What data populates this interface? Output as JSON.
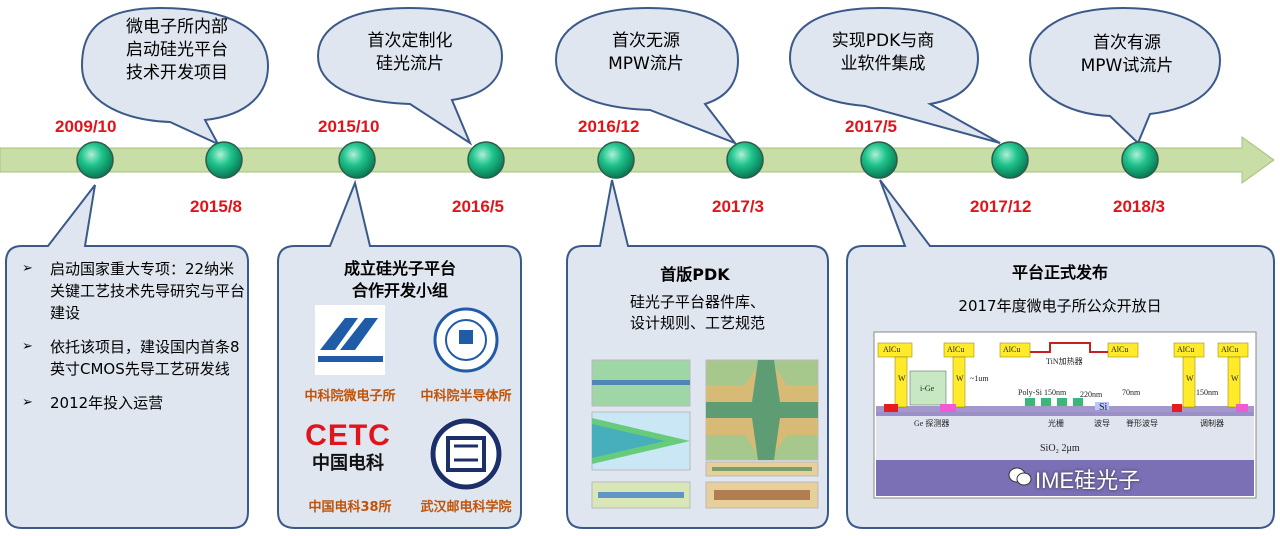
{
  "colors": {
    "year_red": "#e2141b",
    "arrow_green": "#c9dea6",
    "bubble_fill": "#dfe6f0",
    "bubble_stroke": "#3b5a8a",
    "node_green": "#18b883"
  },
  "timeline": {
    "top_years": [
      "2009/10",
      "2015/10",
      "2016/12",
      "2017/5"
    ],
    "bottom_years": [
      "2015/8",
      "2016/5",
      "2017/3",
      "2017/12",
      "2018/3"
    ]
  },
  "bubbles": [
    {
      "lines": [
        "微电子所内部",
        "启动硅光平台",
        "技术开发项目"
      ]
    },
    {
      "lines": [
        "首次定制化",
        "硅光流片"
      ]
    },
    {
      "lines": [
        "首次无源",
        "MPW流片"
      ]
    },
    {
      "lines": [
        "实现PDK与商",
        "业软件集成"
      ]
    },
    {
      "lines": [
        "首次有源",
        "MPW试流片"
      ]
    }
  ],
  "panel1": {
    "bullets": [
      "启动国家重大专项：22纳米关键工艺技术先导研究与平台建设",
      "依托该项目，建设国内首条8英寸CMOS先导工艺研发线",
      "2012年投入运营"
    ]
  },
  "panel2": {
    "title_lines": [
      "成立硅光子平台",
      "合作开发小组"
    ],
    "logos": [
      {
        "caption": "中科院微电子所",
        "icon": "ime-logo-icon"
      },
      {
        "caption": "中科院半导体所",
        "icon": "semiconductor-institute-logo-icon"
      },
      {
        "caption": "中国电科38所",
        "icon": "cetc-logo-icon",
        "logo_text": "CETC",
        "logo_sub": "中国电科"
      },
      {
        "caption": "武汉邮电科学院",
        "icon": "wri-logo-icon"
      }
    ]
  },
  "panel3": {
    "title": "首版PDK",
    "text_lines": [
      "硅光子平台器件库、",
      "设计规则、工艺规范"
    ]
  },
  "panel4": {
    "title": "平台正式发布",
    "subtitle": "2017年度微电子所公众开放日",
    "diagram_labels": {
      "alcu": "AlCu",
      "tin": "TiN加热器",
      "w": "W",
      "ige": "i-Ge",
      "um": "~1um",
      "poly": "Poly-Si 150nm",
      "d220": "220nm",
      "d70": "70nm",
      "d150": "150nm",
      "si": "Si",
      "ge_det": "Ge 探测器",
      "grating": "光栅",
      "wg": "波导",
      "ridge": "脊形波导",
      "mod": "调制器",
      "sio2": "SiO₂ 2μm"
    }
  },
  "watermark": "IME硅光子"
}
